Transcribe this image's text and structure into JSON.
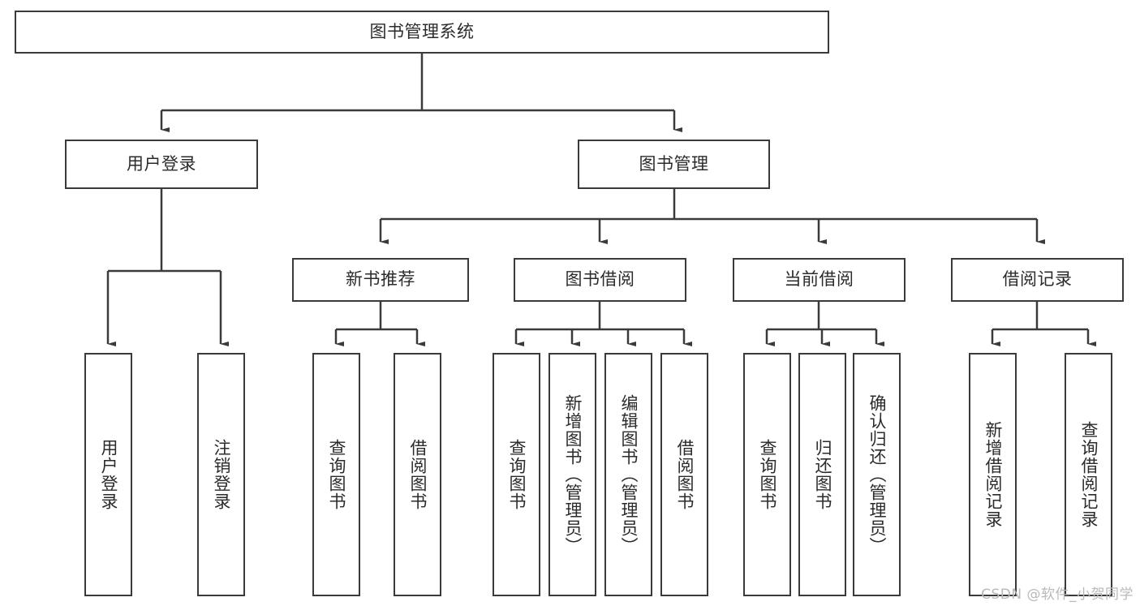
{
  "diagram": {
    "title": "图书管理系统",
    "type": "hierarchy-tree",
    "colors": {
      "line": "#3a3a3c",
      "box_border": "#3a3a3c",
      "box_fill": "#ffffff",
      "text": "#2b2b2d",
      "background": "#ffffff",
      "watermark": "#b9b9bb"
    },
    "root": {
      "label": "图书管理系统"
    },
    "level1": [
      {
        "label": "用户登录"
      },
      {
        "label": "图书管理"
      }
    ],
    "level2": [
      {
        "label": "新书推荐"
      },
      {
        "label": "图书借阅"
      },
      {
        "label": "当前借阅"
      },
      {
        "label": "借阅记录"
      }
    ],
    "leaves": {
      "user_login": [
        {
          "label": "用户登录"
        },
        {
          "label": "注销登录"
        }
      ],
      "new_book_recommend": [
        {
          "label": "查询图书"
        },
        {
          "label": "借阅图书"
        }
      ],
      "book_borrow": [
        {
          "label": "查询图书"
        },
        {
          "label": "新增图书（管理员）"
        },
        {
          "label": "编辑图书（管理员）"
        },
        {
          "label": "借阅图书"
        }
      ],
      "current_borrow": [
        {
          "label": "查询图书"
        },
        {
          "label": "归还图书"
        },
        {
          "label": "确认归还（管理员）"
        }
      ],
      "borrow_record": [
        {
          "label": "新增借阅记录"
        },
        {
          "label": "查询借阅记录"
        }
      ]
    }
  },
  "watermark": {
    "text": "CSDN @软件_小贺同学"
  }
}
